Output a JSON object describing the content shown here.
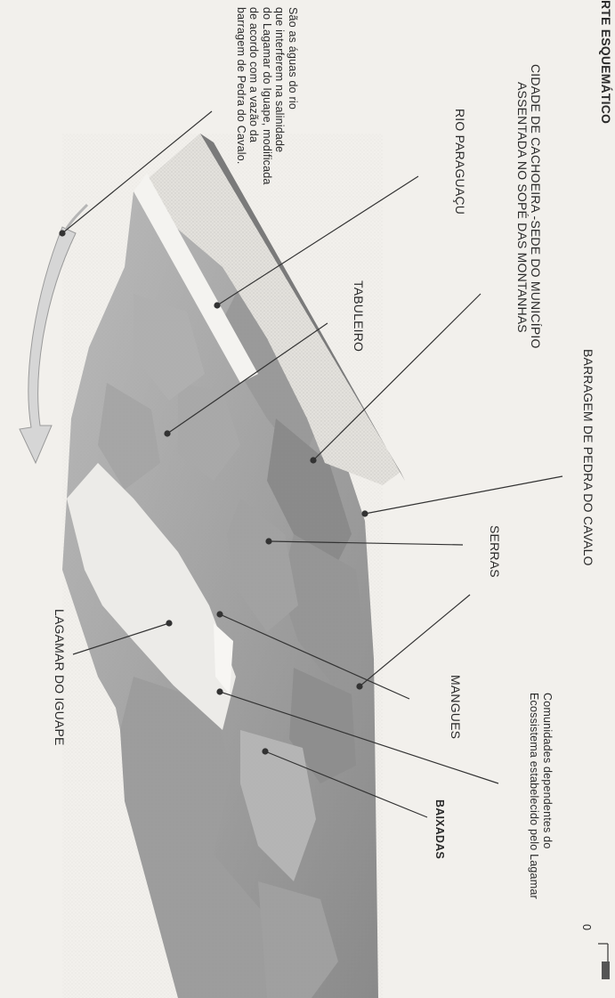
{
  "title_fragment": "RTE ESQUEMÁTICO",
  "annotations": {
    "waters_note": [
      "São as águas do rio",
      "que interferem na salinidade",
      "do Lagamar do Iguape, modificada",
      "de acordo com a vazão da",
      "barragem de Pedra do Cavalo."
    ],
    "city": [
      "CIDADE DE CACHOEIRA -SEDE DO MUNICÍPIO",
      "ASSENTADA NO SOPÉ DAS MONTANHAS"
    ],
    "rio_paraguacu": "RIO PARAGUAÇU",
    "barragem": "BARRAGEM DE PEDRA DO CAVALO",
    "tabuleiro": "TABULEIRO",
    "serras": "SERRAS",
    "lagamar": "LAGAMAR DO IGUAPE",
    "mangues": "MANGUES",
    "comunidades": [
      "Comunidades dependentes do",
      "Ecossistema estabelecido pelo Lagamar"
    ],
    "baixadas": "BAIXADAS"
  },
  "scale": {
    "zero": "0"
  },
  "colors": {
    "paper": "#f2f0ec",
    "terrain_dark": "#8d8d8d",
    "terrain_mid": "#b3b3b3",
    "terrain_light": "#d2d2d2",
    "water": "#ecebe8",
    "leader_line": "#333333"
  }
}
